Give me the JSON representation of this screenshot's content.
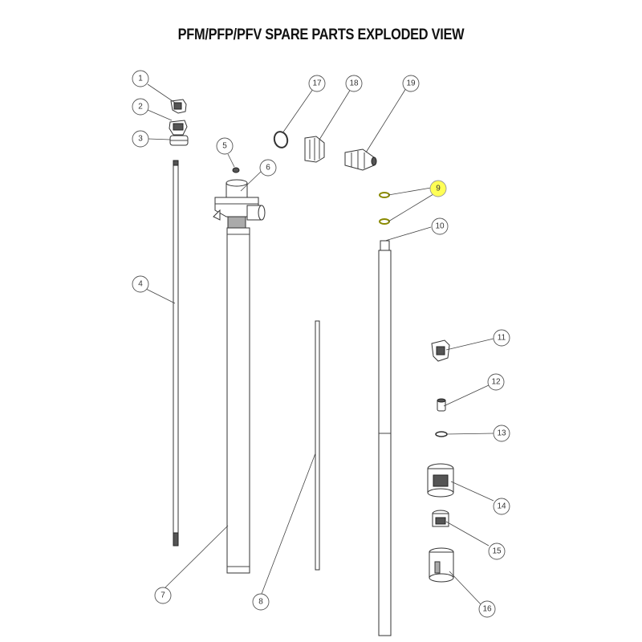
{
  "title": "PFM/PFP/PFV SPARE PARTS EXPLODED VIEW",
  "callouts": [
    "1",
    "2",
    "3",
    "4",
    "5",
    "6",
    "7",
    "8",
    "9",
    "10",
    "11",
    "12",
    "13",
    "14",
    "15",
    "16",
    "17",
    "18",
    "19"
  ],
  "highlight_color": "#ffff55"
}
